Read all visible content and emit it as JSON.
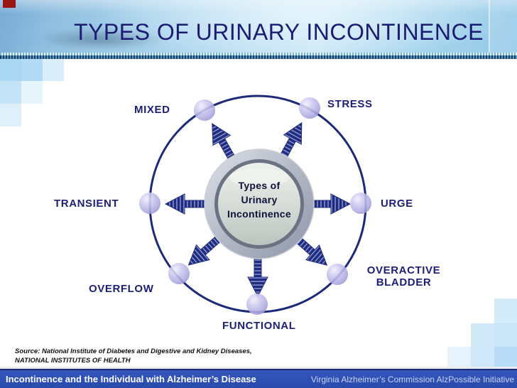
{
  "slide": {
    "title": "TYPES OF URINARY INCONTINENCE",
    "diagram": {
      "type": "radial-hub-spokes",
      "center": {
        "line1": "Types of",
        "line2": "Urinary",
        "line3": "Incontinence"
      },
      "labels": {
        "mixed": "MIXED",
        "stress": "STRESS",
        "transient": "TRANSIENT",
        "urge": "URGE",
        "overflow": "OVERFLOW",
        "overactive_line1": "OVERACTIVE",
        "overactive_line2": "BLADDER",
        "functional": "FUNCTIONAL"
      }
    },
    "source": {
      "line1": "Source: National Institute of Diabetes and Digestive and Kidney Diseases,",
      "line2": "NATIONAL INSTITUTES OF HEALTH"
    },
    "footer": {
      "left": "Incontinence and the Individual with Alzheimer’s Disease",
      "right": "Virginia Alzheimer’s Commission AlzPossible Initiative"
    }
  },
  "colors": {
    "title_navy": "#1b1b72",
    "label_navy": "#1c1e78",
    "arrow_navy": "#1e2b80",
    "ring_navy": "#1c2a7a",
    "sphere_lavender": "#aca8e0",
    "hub_silver": "#aeb6c4",
    "hub_face": "#d4dad5",
    "footer_blue": "#2d4fb3",
    "header_blue": "#a8d2ec",
    "accent_red": "#9b1713"
  }
}
